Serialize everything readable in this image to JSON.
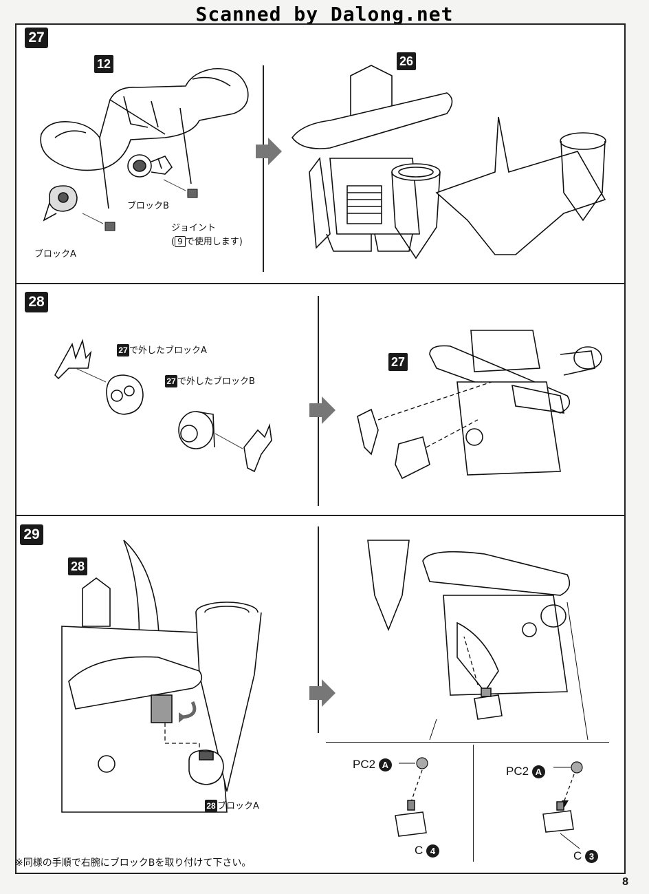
{
  "header": {
    "scan_credit": "Scanned by Dalong.net"
  },
  "steps": [
    {
      "number": "27",
      "ref_part": "12",
      "ref_result": "26",
      "labels": {
        "block_a": "ブロックA",
        "block_b": "ブロックB",
        "joint": "ジョイント",
        "joint_note_num": "9",
        "joint_note_text": "で使用します)"
      }
    },
    {
      "number": "28",
      "ref_result": "27",
      "labels": {
        "removed_a_ref": "27",
        "removed_a_text": "で外したブロックA",
        "removed_b_ref": "27",
        "removed_b_text": "で外したブロックB"
      }
    },
    {
      "number": "29",
      "ref_part": "28",
      "labels": {
        "block_a_ref": "28",
        "block_a_text": "ブロックA",
        "pc_left": "PC2",
        "pc_left_circle": "A",
        "c_left": "C",
        "c_left_circle": "4",
        "pc_right": "PC2",
        "pc_right_circle": "A",
        "c_right": "C",
        "c_right_circle": "3"
      }
    }
  ],
  "footnote": "※同様の手順で右腕にブロックBを取り付けて下さい。",
  "page_number": "8"
}
